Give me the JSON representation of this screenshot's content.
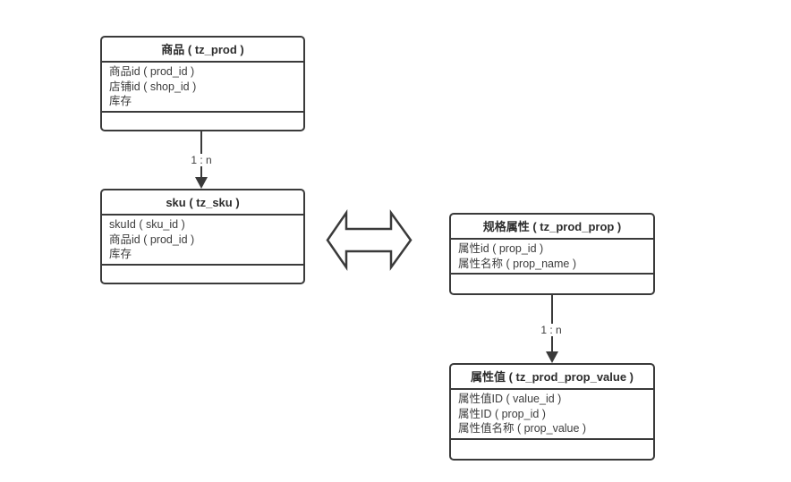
{
  "diagram": {
    "entities": [
      {
        "title": "商品 ( tz_prod )",
        "fields": [
          "商品id ( prod_id )",
          "店铺id ( shop_id )",
          "库存"
        ]
      },
      {
        "title": "sku ( tz_sku )",
        "fields": [
          "skuId ( sku_id )",
          "商品id ( prod_id )",
          "库存"
        ]
      },
      {
        "title": "规格属性 ( tz_prod_prop )",
        "fields": [
          "属性id ( prop_id )",
          "属性名称 ( prop_name )"
        ]
      },
      {
        "title": "属性值 ( tz_prod_prop_value )",
        "fields": [
          "属性值ID ( value_id )",
          "属性ID ( prop_id )",
          "属性值名称 ( prop_value )"
        ]
      }
    ],
    "relations": [
      {
        "label": "1 : n"
      },
      {
        "label": "1 : n"
      }
    ],
    "colors": {
      "border": "#3a3a3a",
      "text": "#3c3c3c",
      "background": "#ffffff"
    }
  }
}
